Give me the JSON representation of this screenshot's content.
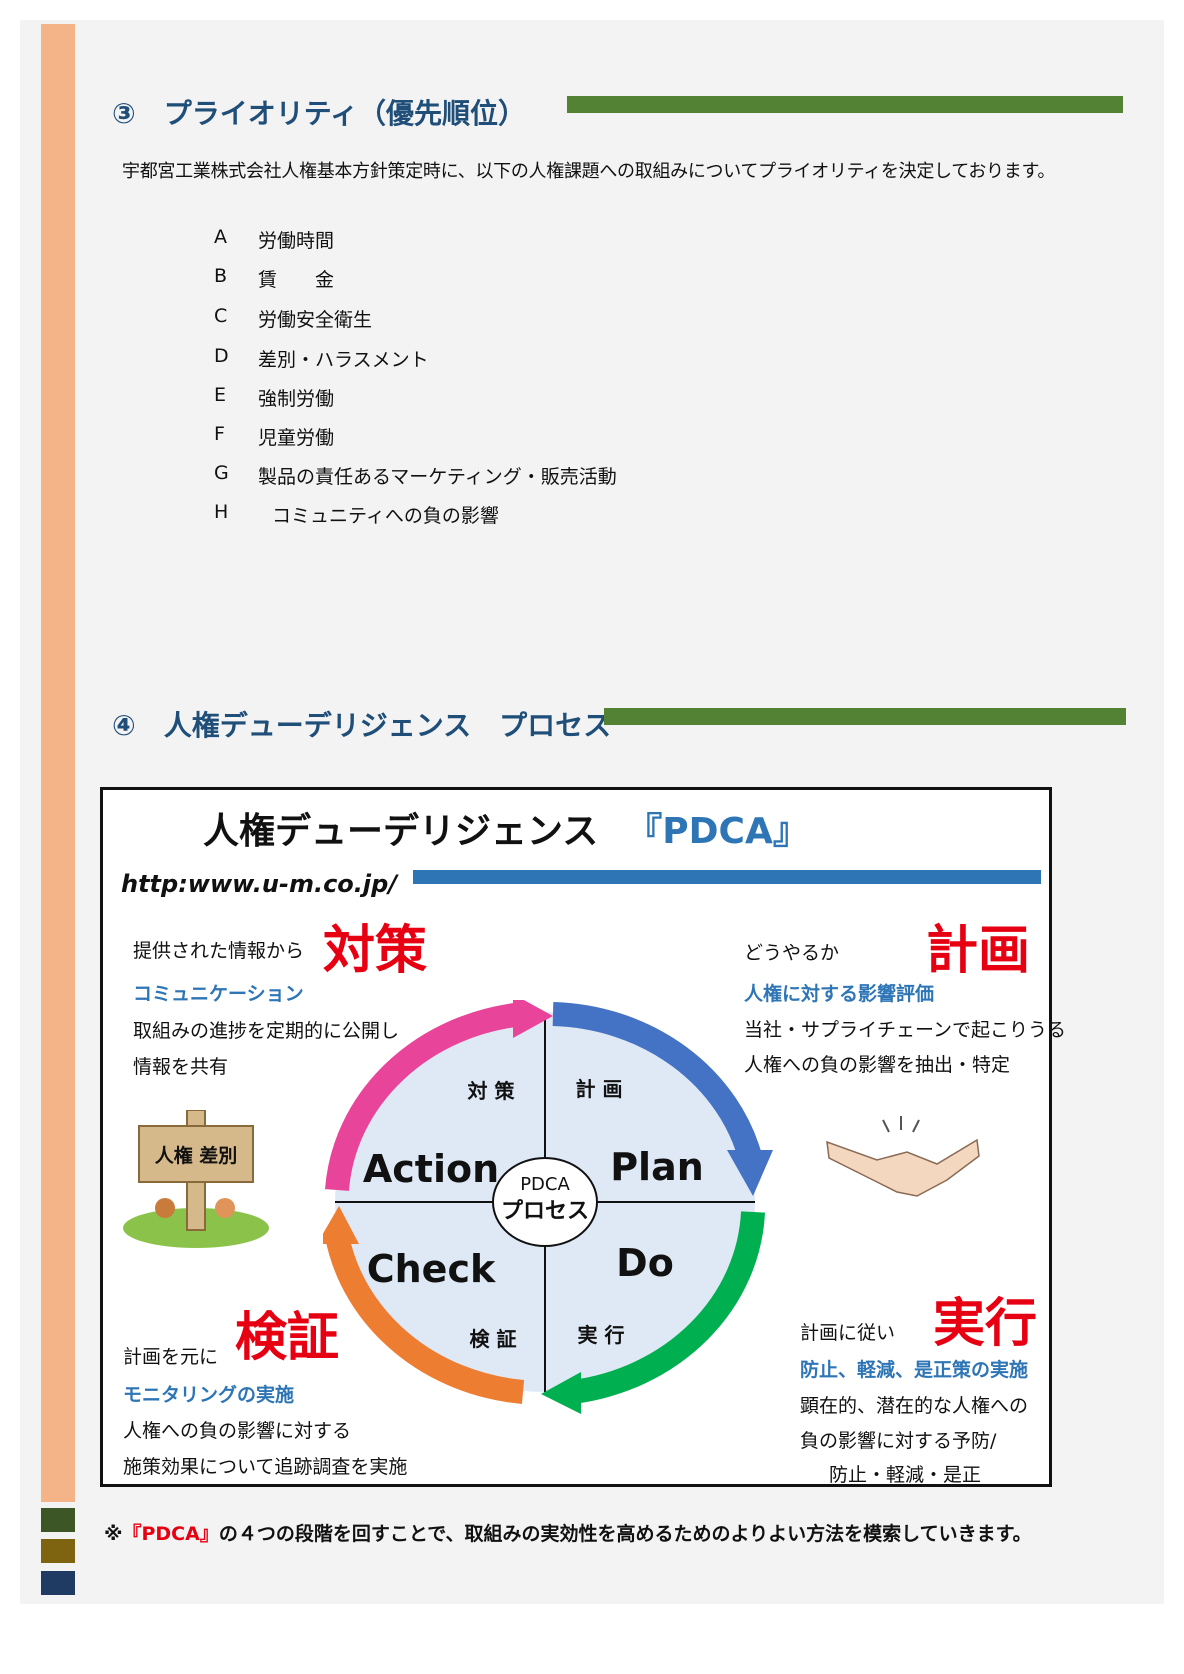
{
  "section3": {
    "title": "③　プライオリティ（優先順位）",
    "intro": "宇都宮工業株式会社人権基本方針策定時に、以下の人権課題への取組みについてプライオリティを決定しております。",
    "items": [
      {
        "letter": "A",
        "label": "労働時間"
      },
      {
        "letter": "B",
        "label": "賃　　金"
      },
      {
        "letter": "C",
        "label": "労働安全衛生"
      },
      {
        "letter": "D",
        "label": "差別・ハラスメント"
      },
      {
        "letter": "E",
        "label": "強制労働"
      },
      {
        "letter": "F",
        "label": "児童労働"
      },
      {
        "letter": "G",
        "label": "製品の責任あるマーケティング・販売活動"
      },
      {
        "letter": "H",
        "label": "コミュニティへの負の影響"
      }
    ]
  },
  "section4": {
    "title": "④　人権デューデリジェンス　プロセス"
  },
  "pdca": {
    "title": "人権デューデリジェンス",
    "title_bracket": "『PDCA』",
    "url": "http:www.u-m.co.jp/",
    "center_top": "PDCA",
    "center_bottom": "プロセス",
    "quadrants": {
      "action": "Action",
      "plan": "Plan",
      "check": "Check",
      "do": "Do",
      "action_jp": "対 策",
      "plan_jp": "計 画",
      "check_jp": "検 証",
      "do_jp": "実 行"
    },
    "sign_text": "人権 差別",
    "taisaku": {
      "big": "対策",
      "lead": "提供された情報から",
      "blue": "コミュニケーション",
      "line1": "取組みの進捗を定期的に公開し",
      "line2": "情報を共有"
    },
    "keikaku": {
      "big": "計画",
      "lead": "どうやるか",
      "blue": "人権に対する影響評価",
      "line1": "当社・サプライチェーンで起こりうる",
      "line2": "人権への負の影響を抽出・特定"
    },
    "kensho": {
      "big": "検証",
      "lead": "計画を元に",
      "blue": "モニタリングの実施",
      "line1": "人権への負の影響に対する",
      "line2": "施策効果について追跡調査を実施"
    },
    "jikko": {
      "big": "実行",
      "lead": "計画に従い",
      "blue": "防止、軽減、是正策の実施",
      "line1": "顕在的、潜在的な人権への",
      "line2": "負の影響に対する予防/",
      "line3": "防止・軽減・是正"
    }
  },
  "footnote": {
    "prefix": "※",
    "red": "『PDCA』",
    "rest": "の４つの段階を回すことで、取組みの実効性を高めるためのよりよい方法を模索していきます。"
  },
  "colors": {
    "heading": "#1f4e79",
    "green_bar": "#548235",
    "blue_line": "#2e75b6",
    "red": "#e60012",
    "arrow_pink": "#e8449a",
    "arrow_blue": "#4472c4",
    "arrow_green": "#00b050",
    "arrow_orange": "#ed7d31",
    "wheel_fill": "#dfe9f6"
  }
}
